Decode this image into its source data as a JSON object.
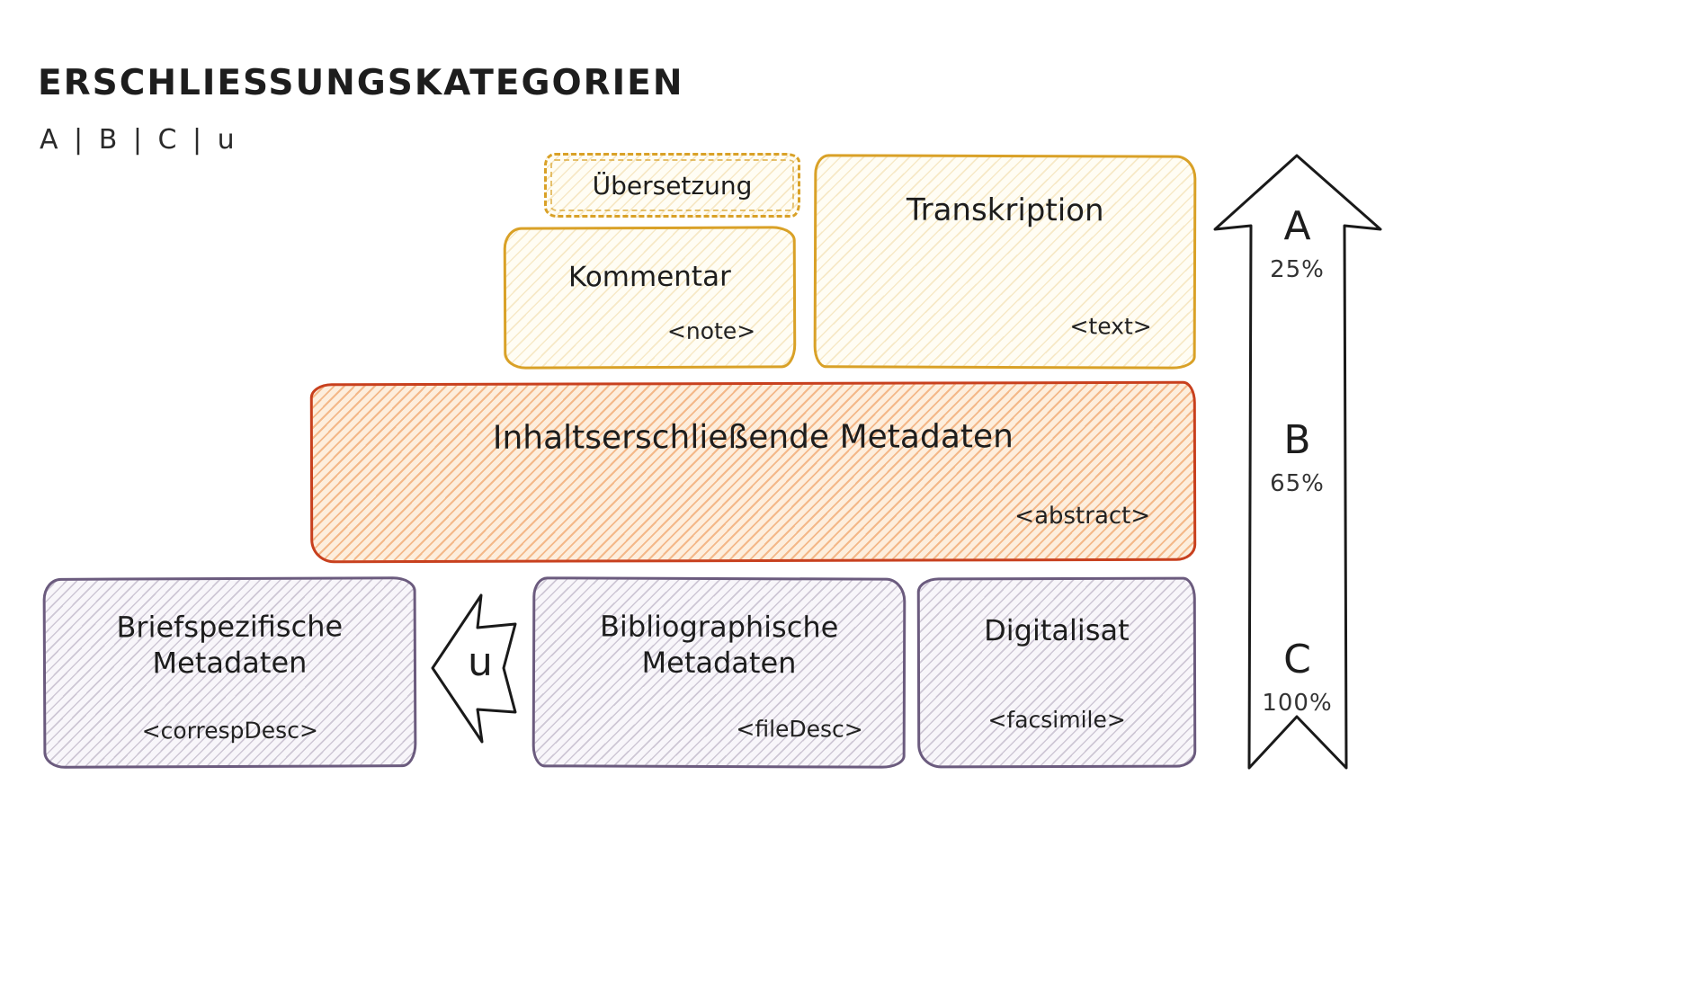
{
  "title": "ERSCHLIESSUNGSKATEGORIEN",
  "subtitle": "A | B | C | u",
  "colors": {
    "yellow": "#d9a127",
    "orange": "#c8401e",
    "purple": "#6b5b7e",
    "ink": "#1a1a1a"
  },
  "boxes": {
    "uebersetzung": {
      "label": "Übersetzung"
    },
    "kommentar": {
      "label": "Kommentar",
      "tag": "<note>"
    },
    "transkription": {
      "label": "Transkription",
      "tag": "<text>"
    },
    "inhalt": {
      "label": "Inhaltserschließende Metadaten",
      "tag": "<abstract>"
    },
    "brief": {
      "label": "Briefspezifische Metadaten",
      "tag": "<correspDesc>"
    },
    "biblio": {
      "label": "Bibliographische Metadaten",
      "tag": "<fileDesc>"
    },
    "digitalisat": {
      "label": "Digitalisat",
      "tag": "<facsimile>"
    }
  },
  "union_arrow": {
    "label": "u"
  },
  "scale_arrow": {
    "levels": [
      {
        "label": "A",
        "percent": "25%"
      },
      {
        "label": "B",
        "percent": "65%"
      },
      {
        "label": "C",
        "percent": "100%"
      }
    ]
  }
}
